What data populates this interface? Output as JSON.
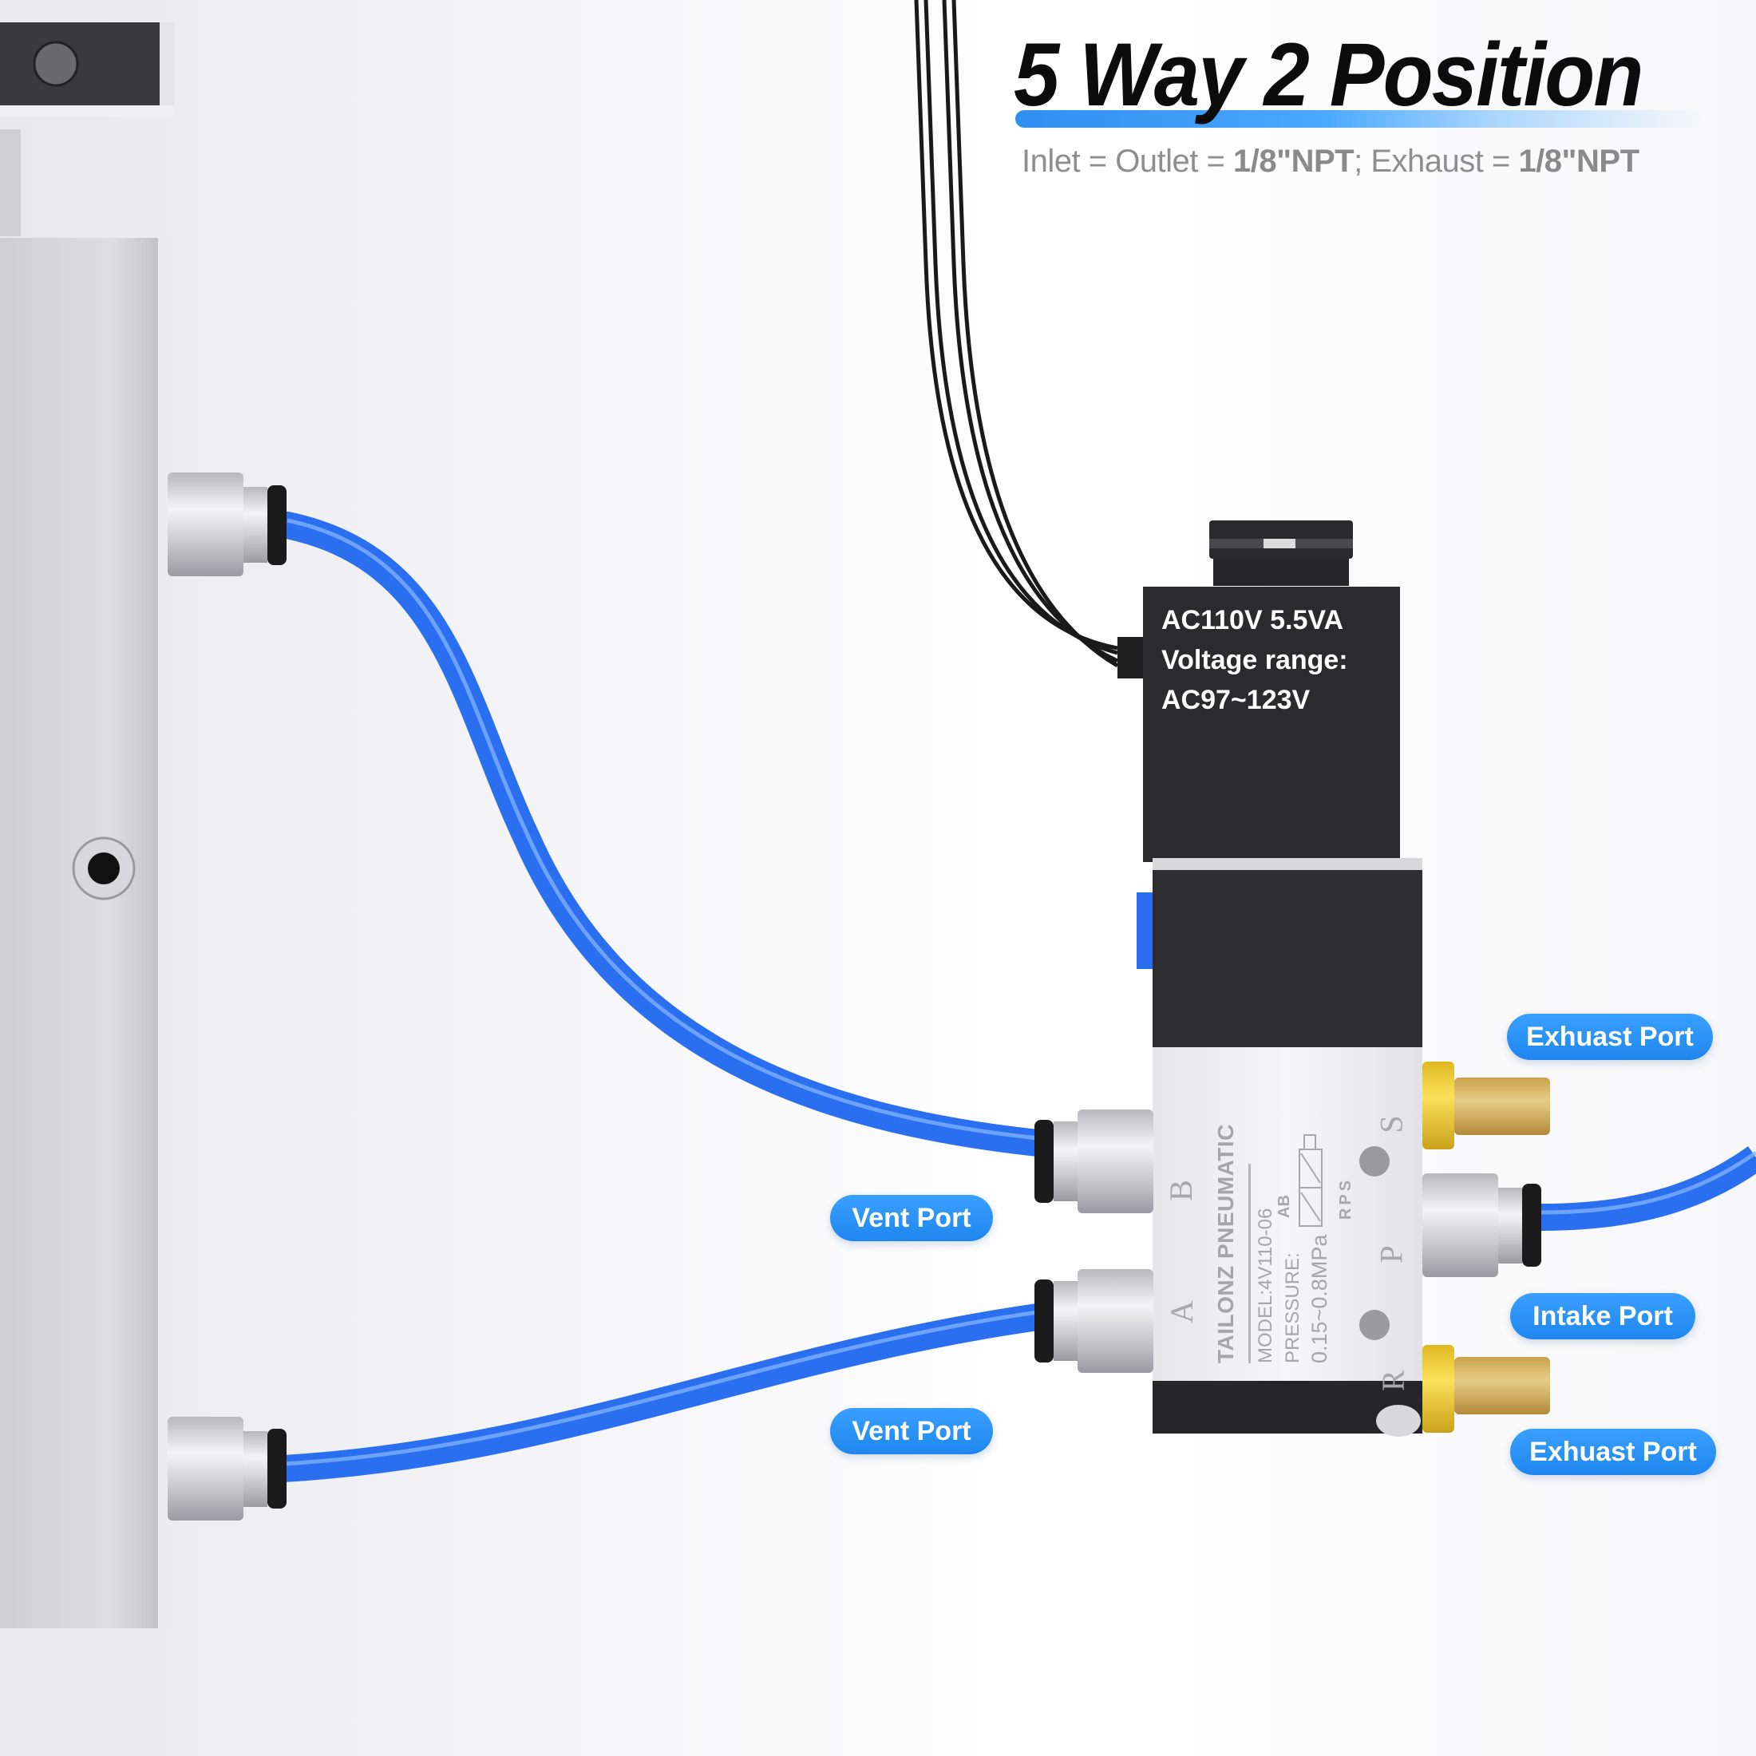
{
  "header": {
    "title": "5 Way 2 Position",
    "spec_line": {
      "inlet_outlet_label": "Inlet = Outlet = ",
      "inlet_outlet_value": "1/8\"NPT",
      "separator": "; ",
      "exhaust_label": "Exhaust = ",
      "exhaust_value": "1/8\"NPT"
    }
  },
  "coil": {
    "line1": "AC110V 5.5VA",
    "line2": "Voltage range:",
    "line3": "AC97~123V"
  },
  "valve_body": {
    "brand": "TAILONZ PNEUMATIC",
    "model": "MODEL:4V110-06",
    "pressure_label": "PRESSURE:",
    "pressure_value": "0.15~0.8MPa",
    "symbol_top": "AB",
    "symbol_bottom": "RPS",
    "ports": {
      "a": "A",
      "b": "B",
      "r": "R",
      "p": "P",
      "s": "S"
    }
  },
  "callouts": {
    "vent_port_upper": "Vent Port",
    "vent_port_lower": "Vent Port",
    "exhaust_port_upper": "Exhuast Port",
    "intake_port": "Intake Port",
    "exhaust_port_lower": "Exhuast Port"
  },
  "colors": {
    "accent_blue": "#1e86ee",
    "tube_blue": "#2a6ff0",
    "coil_black": "#2b2b2d",
    "brass": "#d9b866",
    "fitting_yellow": "#f1d23a"
  }
}
